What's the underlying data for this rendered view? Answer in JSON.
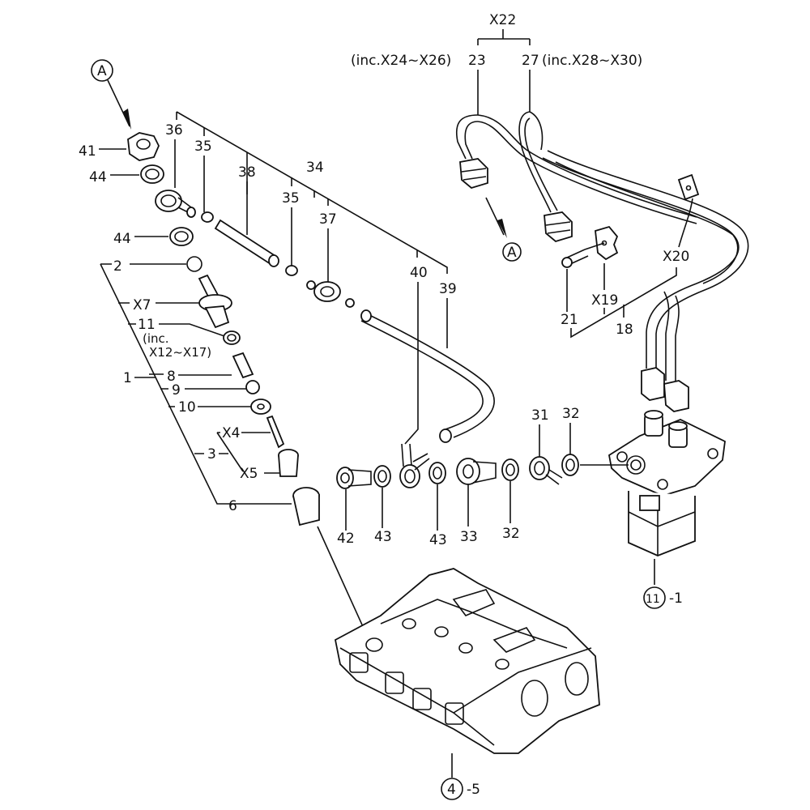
{
  "diagram": {
    "type": "exploded parts diagram",
    "subject": "Fuel injection pump, injection nozzle and fuel pipes",
    "colors": {
      "line": "#111111",
      "background": "#ffffff"
    },
    "callouts": {
      "x22": "X22",
      "n23": "23",
      "n23_note": "(inc.X24~X26)",
      "n27": "27",
      "n27_note": "(inc.X28~X30)",
      "ref_a_top": "A",
      "ref_a_pipe": "A",
      "n41": "41",
      "n44a": "44",
      "n44b": "44",
      "n36": "36",
      "n35a": "35",
      "n38": "38",
      "n34": "34",
      "n35b": "35",
      "n37": "37",
      "n40": "40",
      "n39": "39",
      "n2": "2",
      "x7": "X7",
      "n11": "11",
      "n11_note_1": "(inc.",
      "n11_note_2": "X12~X17)",
      "n1": "1",
      "n8": "8",
      "n9": "9",
      "n10": "10",
      "x4": "X4",
      "n3": "3",
      "x5": "X5",
      "n6": "6",
      "n42": "42",
      "n43a": "43",
      "n43b": "43",
      "n33": "33",
      "n32a": "32",
      "n31": "31",
      "n32b": "32",
      "x20": "X20",
      "x19": "X19",
      "n21": "21",
      "n18": "18",
      "ref_11": "11",
      "ref_11_suffix": "-1",
      "ref_4": "4",
      "ref_4_suffix": "-5"
    }
  }
}
